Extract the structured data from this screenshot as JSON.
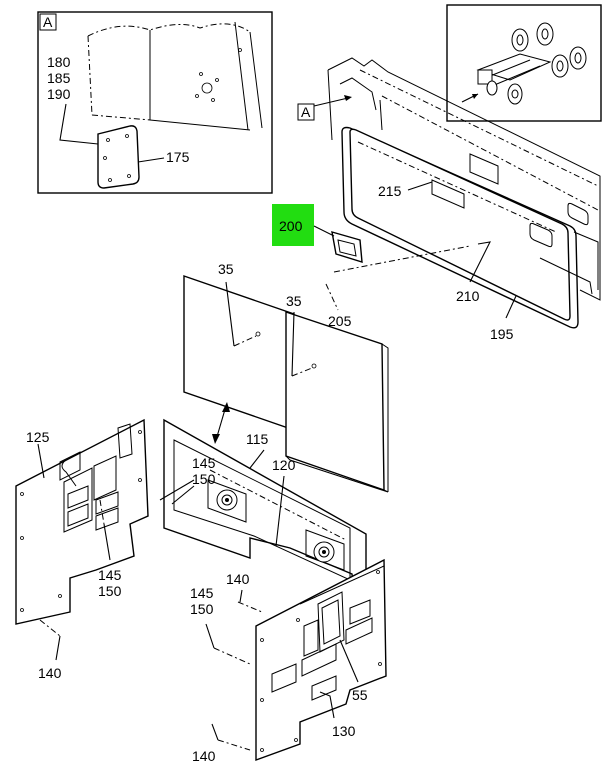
{
  "detail_labels": {
    "inset_a": "A",
    "main_a": "A"
  },
  "highlighted_part": "200",
  "highlight_color": "#22dd11",
  "callouts": {
    "c180": "180",
    "c185": "185",
    "c190": "190",
    "c175": "175",
    "c215": "215",
    "c210": "210",
    "c205": "205",
    "c195": "195",
    "c35a": "35",
    "c35b": "35",
    "c125": "125",
    "c115": "115",
    "c145a": "145",
    "c150a": "150",
    "c120": "120",
    "c145b": "145",
    "c150b": "150",
    "c140a": "140",
    "c145c": "145",
    "c150c": "150",
    "c140b": "140",
    "c55": "55",
    "c130": "130",
    "c140c": "140"
  }
}
